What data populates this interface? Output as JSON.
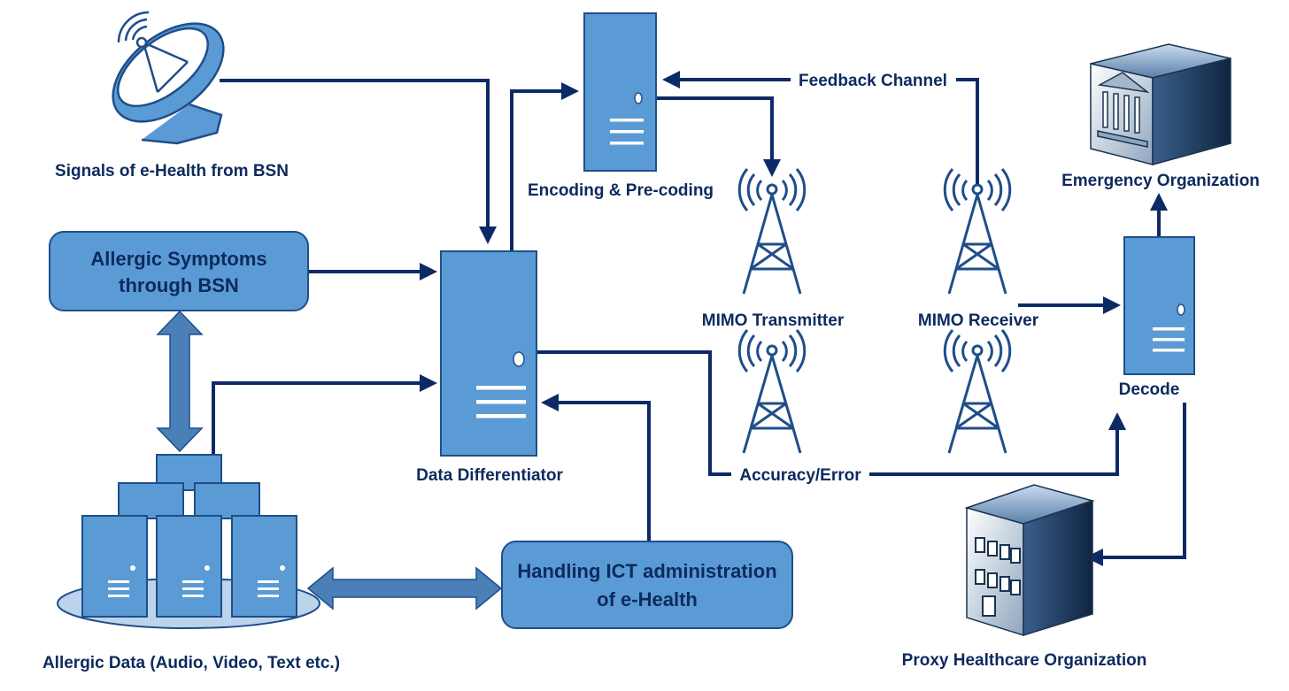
{
  "colors": {
    "line": "#0b2a66",
    "box_fill": "#5b9bd5",
    "box_stroke": "#1f4e8a",
    "server_fill": "#5b9bd5",
    "label": "#0d2a5e",
    "double_arrow": "#4a7fb8"
  },
  "labels": {
    "signals": "Signals of e-Health from BSN",
    "encoding": "Encoding & Pre-coding",
    "feedback": "Feedback Channel",
    "emergency": "Emergency Organization",
    "mimo_tx": "MIMO Transmitter",
    "mimo_rx": "MIMO Receiver",
    "data_diff": "Data Differentiator",
    "accuracy": "Accuracy/Error",
    "decode": "Decode",
    "allergic_data": "Allergic Data (Audio, Video, Text etc.)",
    "proxy": "Proxy Healthcare Organization"
  },
  "boxes": {
    "symptoms_line1": "Allergic Symptoms",
    "symptoms_line2": "through BSN",
    "ict_line1": "Handling ICT administration",
    "ict_line2": "of e-Health"
  },
  "icons": {
    "satellite": "satellite-dish-icon",
    "server": "server-tower-icon",
    "tower": "radio-tower-icon",
    "building": "building-icon",
    "bank": "government-building-icon",
    "cluster": "server-cluster-icon"
  }
}
